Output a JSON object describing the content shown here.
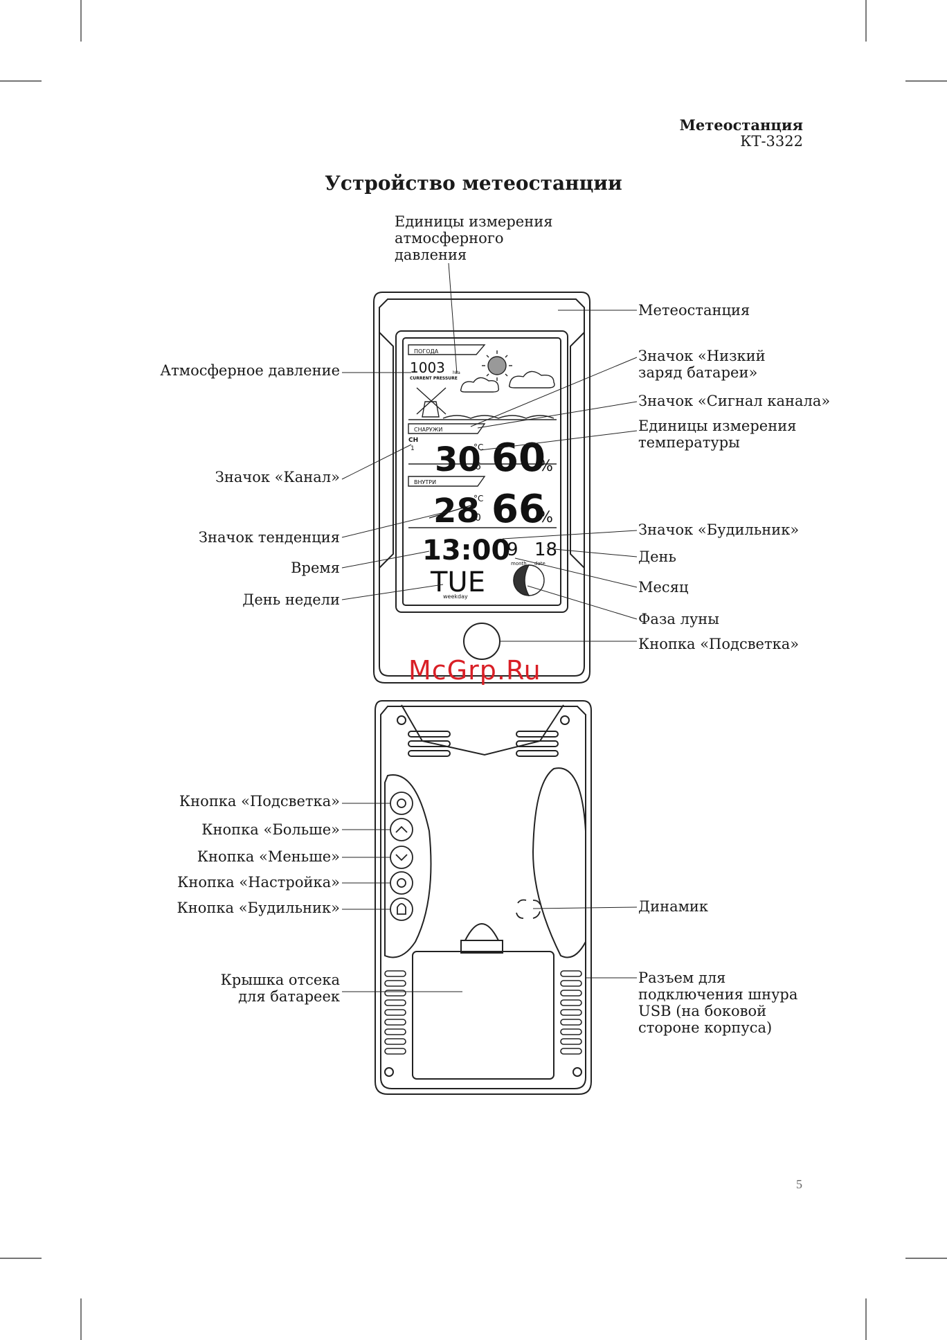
{
  "header": {
    "product": "Метеостанция",
    "model": "КТ-3322"
  },
  "title": "Устройство метеостанции",
  "front_labels": {
    "pressure_units": [
      "Единицы измерения",
      "атмосферного",
      "давления"
    ],
    "station": "Метеостанция",
    "atm_pressure": "Атмосферное давление",
    "low_battery": [
      "Значок «Низкий",
      "заряд батареи»"
    ],
    "channel_signal": "Значок «Сигнал канала»",
    "temp_units": [
      "Единицы измерения",
      "температуры"
    ],
    "channel_icon": "Значок «Канал»",
    "trend_icon": "Значок тенденция",
    "alarm_icon": "Значок «Будильник»",
    "time": "Время",
    "day": "День",
    "weekday": "День недели",
    "month": "Месяц",
    "moon_phase": "Фаза луны",
    "backlight_button": "Кнопка «Подсветка»"
  },
  "back_labels": {
    "backlight_button": "Кнопка «Подсветка»",
    "up_button": "Кнопка «Больше»",
    "down_button": "Кнопка «Меньше»",
    "settings_button": "Кнопка «Настройка»",
    "alarm_button": "Кнопка «Будильник»",
    "speaker": "Динамик",
    "battery_cover": [
      "Крышка отсека",
      "для батареек"
    ],
    "usb_port": [
      "Разъем для",
      "подключения шнура",
      "USB (на боковой",
      "стороне корпуса)"
    ]
  },
  "lcd": {
    "weather_label": "ПОГОДА",
    "pressure_value": "1003",
    "pressure_unit": "hPa",
    "pressure_caption": "CURRENT PRESSURE",
    "outdoor_label": "СНАРУЖИ",
    "channel": "CH",
    "channel_num": "1",
    "outdoor_temp": "30",
    "outdoor_temp_dec": "6",
    "outdoor_hum": "60",
    "indoor_label": "ВНУТРИ",
    "indoor_temp": "28",
    "indoor_temp_dec": "0",
    "indoor_hum": "66",
    "temp_unit": "°C",
    "hum_unit": "%",
    "time": "13:00",
    "month": "9",
    "date": "18",
    "month_caption": "month",
    "date_caption": "date",
    "weekday": "TUE",
    "weekday_caption": "weekday"
  },
  "page_number": "5",
  "watermark": "McGrp.Ru"
}
